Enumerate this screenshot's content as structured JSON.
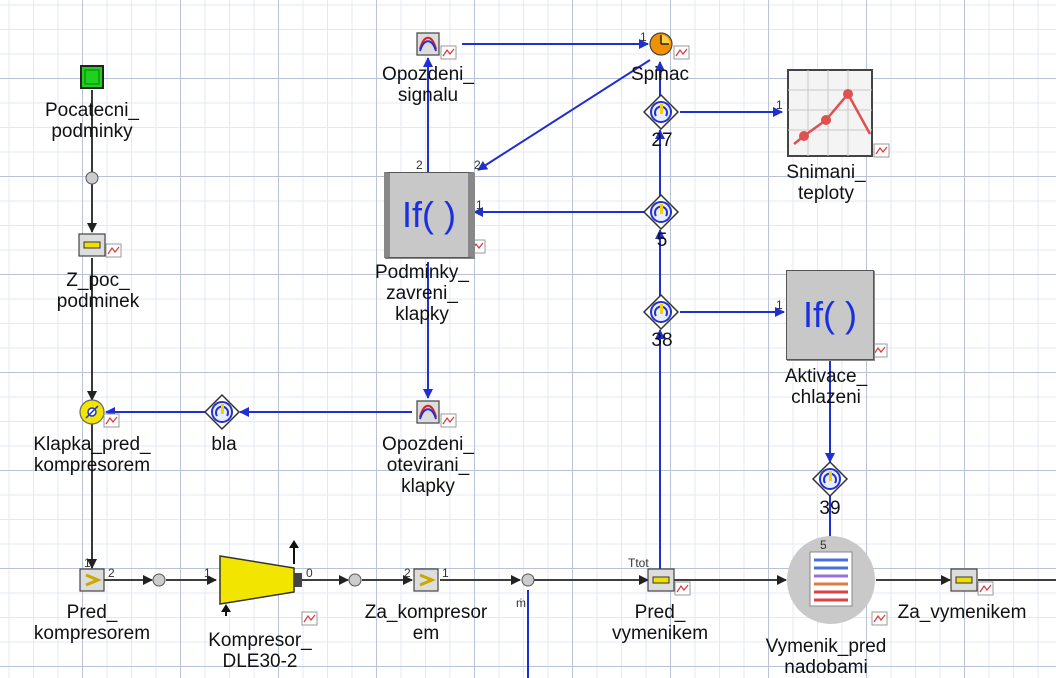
{
  "blocks": {
    "pocatecni": "Pocatecni_\npodminky",
    "z_poc": "Z_poc_\npodminek",
    "klapka": "Klapka_pred_\nkompresorem",
    "bla": "bla",
    "opozdeni_otevirani": "Opozdeni_\notevirani_\nklapky",
    "opozdeni_signalu": "Opozdeni_\nsignalu",
    "podminky": "Podminky_\nzavreni_\nklapky",
    "spinac": "Spinac",
    "snimani": "Snimani_\nteploty",
    "aktivace": "Aktivace_\nchlazeni",
    "pred_kompresorem": "Pred_\nkompresorem",
    "kompresor": "Kompresor_\nDLE30-2",
    "za_kompresorem": "Za_kompresor\nem",
    "pred_vymenikem": "Pred_\nvymenikem",
    "vymenik": "Vymenik_pred\nnadobami",
    "za_vymenikem": "Za_vymenikem"
  },
  "numbers": {
    "n27": "27",
    "n5": "5",
    "n38": "38",
    "n39": "39"
  },
  "if_text": "If( )",
  "ports": {
    "p_spinac": "1",
    "p_if_2a": "2",
    "p_if_2b": "2",
    "p_if_1": "1",
    "p_snim": "1",
    "p_akt": "1",
    "p_pk_1": "1",
    "p_pk_2": "2",
    "p_kom_1": "1",
    "p_kom_0": "0",
    "p_zk_2": "2",
    "p_zk_1": "1",
    "p_ttot": "Ttot",
    "p_mdot": "ṁ",
    "p_vym_5": "5"
  },
  "colors": {
    "link": "#1f2fd0",
    "flow": "#222222",
    "compressor": "#f2e600",
    "start": "#1fd11f",
    "if_bg": "#c8c8c8"
  }
}
